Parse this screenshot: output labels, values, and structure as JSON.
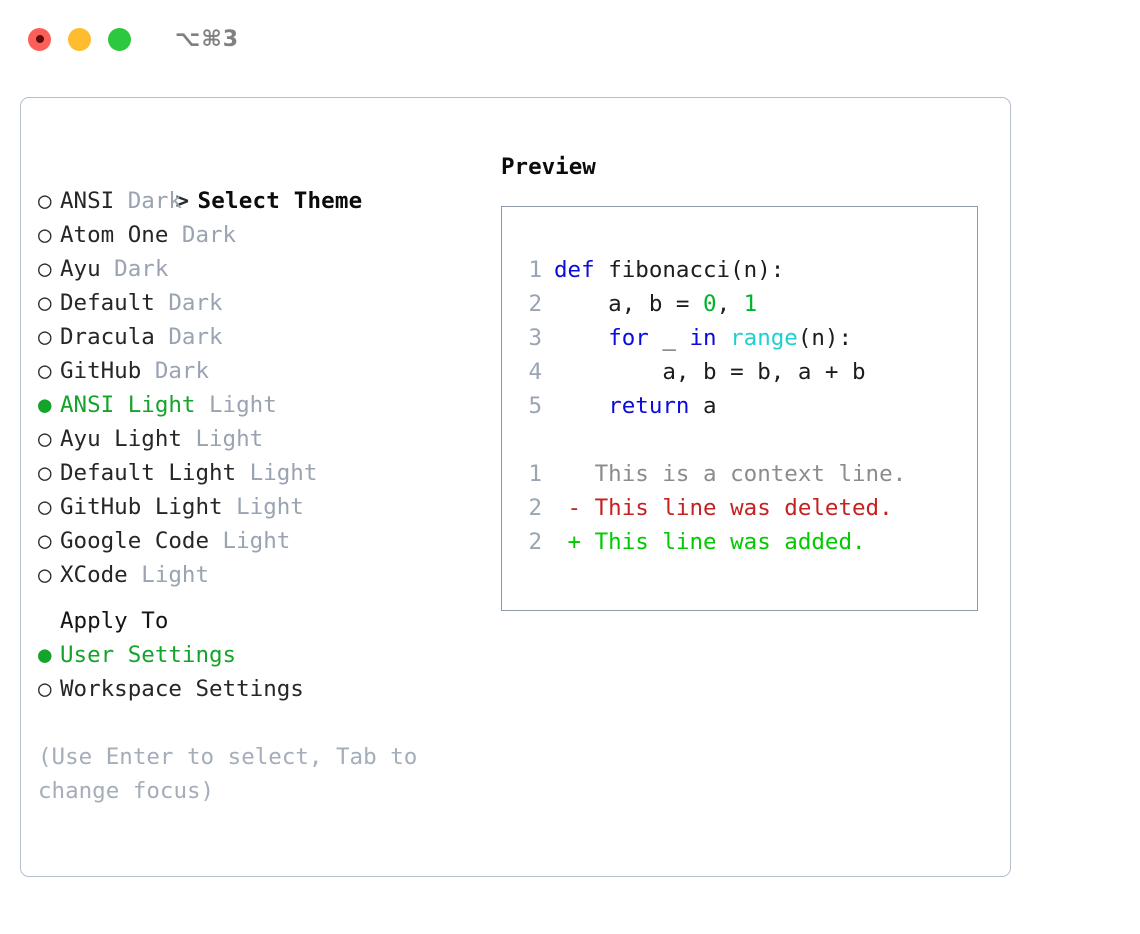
{
  "titlebar": {
    "shortcut": "⌥⌘3",
    "buttons": [
      {
        "name": "close",
        "color": "#fc5f57"
      },
      {
        "name": "minimize",
        "color": "#fdbd2e"
      },
      {
        "name": "zoom",
        "color": "#2bc840"
      }
    ]
  },
  "colors": {
    "accent_green": "#14a32b",
    "muted": "#9aa3b2",
    "hint": "#a4adba",
    "border": "#b6bfcc",
    "preview_border": "#8e99a9",
    "keyword_blue": "#0b0bdc",
    "builtin_cyan": "#22cfcf",
    "number_green": "#00b32a",
    "diff_add": "#00ca00",
    "diff_del": "#c62121",
    "diff_ctx": "#8c8c8c",
    "line_number": "#9aa4b2"
  },
  "theme_selector": {
    "prompt": "> ",
    "heading": "Select Theme",
    "bullet_unselected": "○",
    "bullet_selected": "●",
    "items": [
      {
        "name": "ANSI",
        "badge": "Dark",
        "selected": false
      },
      {
        "name": "Atom One",
        "badge": "Dark",
        "selected": false
      },
      {
        "name": "Ayu",
        "badge": "Dark",
        "selected": false
      },
      {
        "name": "Default",
        "badge": "Dark",
        "selected": false
      },
      {
        "name": "Dracula",
        "badge": "Dark",
        "selected": false
      },
      {
        "name": "GitHub",
        "badge": "Dark",
        "selected": false
      },
      {
        "name": "ANSI Light",
        "badge": "Light",
        "selected": true
      },
      {
        "name": "Ayu Light",
        "badge": "Light",
        "selected": false
      },
      {
        "name": "Default Light",
        "badge": "Light",
        "selected": false
      },
      {
        "name": "GitHub Light",
        "badge": "Light",
        "selected": false
      },
      {
        "name": "Google Code",
        "badge": "Light",
        "selected": false
      },
      {
        "name": "XCode",
        "badge": "Light",
        "selected": false
      }
    ]
  },
  "apply_to": {
    "heading": "Apply To",
    "options": [
      {
        "label": "User Settings",
        "selected": true
      },
      {
        "label": "Workspace Settings",
        "selected": false
      }
    ]
  },
  "hint": "(Use Enter to select, Tab to change focus)",
  "preview": {
    "title": "Preview",
    "code_lines": [
      {
        "number": "1",
        "tokens": [
          {
            "text": "def ",
            "type": "kw"
          },
          {
            "text": "fibonacci",
            "type": "fn"
          },
          {
            "text": "(n):",
            "type": "plain"
          }
        ]
      },
      {
        "number": "2",
        "tokens": [
          {
            "text": "    a, b = ",
            "type": "plain"
          },
          {
            "text": "0",
            "type": "num"
          },
          {
            "text": ", ",
            "type": "plain"
          },
          {
            "text": "1",
            "type": "num"
          }
        ]
      },
      {
        "number": "3",
        "tokens": [
          {
            "text": "    ",
            "type": "plain"
          },
          {
            "text": "for",
            "type": "kw"
          },
          {
            "text": " _ ",
            "type": "plain"
          },
          {
            "text": "in",
            "type": "kw"
          },
          {
            "text": " ",
            "type": "plain"
          },
          {
            "text": "range",
            "type": "builtin"
          },
          {
            "text": "(n):",
            "type": "plain"
          }
        ]
      },
      {
        "number": "4",
        "tokens": [
          {
            "text": "        a, b = b, a + b",
            "type": "plain"
          }
        ]
      },
      {
        "number": "5",
        "tokens": [
          {
            "text": "    ",
            "type": "plain"
          },
          {
            "text": "return",
            "type": "kw"
          },
          {
            "text": " a",
            "type": "plain"
          }
        ]
      }
    ],
    "diff_lines": [
      {
        "number": "1",
        "sign": " ",
        "text": "This is a context line.",
        "type": "ctx"
      },
      {
        "number": "2",
        "sign": "-",
        "text": "This line was deleted.",
        "type": "del"
      },
      {
        "number": "2",
        "sign": "+",
        "text": "This line was added.",
        "type": "add"
      }
    ]
  }
}
